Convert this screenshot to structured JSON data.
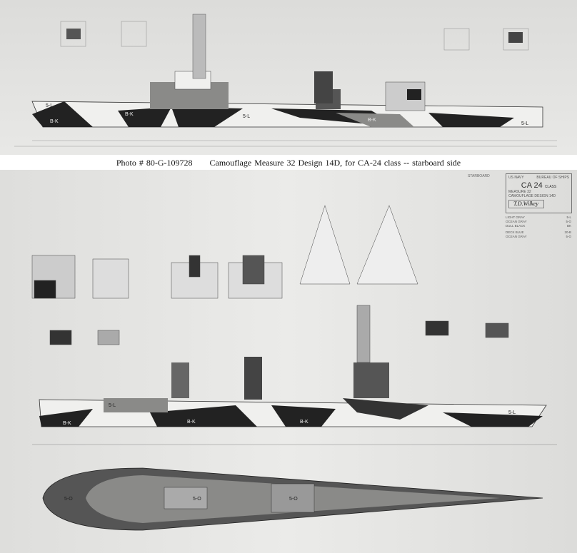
{
  "caption": {
    "photo_number": "Photo #  80-G-109728",
    "title": "Camouflage Measure 32 Design 14D, for CA-24 class -- starboard side"
  },
  "title_block": {
    "side": "STARBOARD",
    "org_left": "US NAVY",
    "org_right": "BUREAU OF SHIPS",
    "ship": "CA 24",
    "ship_suffix": "CLASS",
    "measure": "MEASURE 32",
    "design": "CAMOUFLAGE DESIGN 14D",
    "signature": "T.D.Wilkey"
  },
  "legend": [
    {
      "name": "LIGHT GRAY",
      "code": "5-L"
    },
    {
      "name": "OCEAN GRAY",
      "code": "5-O"
    },
    {
      "name": "DULL BLACK",
      "code": "BK"
    },
    {
      "name": "DECK BLUE",
      "code": "20-B"
    },
    {
      "name": "OCEAN GRAY",
      "code": "5-O"
    }
  ],
  "drawing_labels": {
    "light": "5-L",
    "black": "B-K",
    "ocean": "5-O"
  },
  "colors": {
    "light": "#f0f0ee",
    "ocean": "#8a8a88",
    "black": "#222222",
    "paper": "#e4e4e2"
  }
}
